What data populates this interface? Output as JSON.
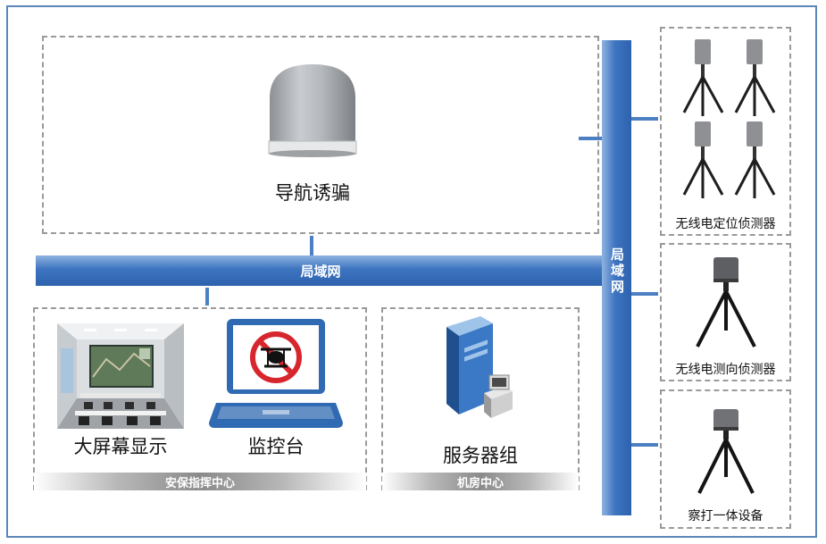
{
  "nav_decoy": {
    "label": "导航诱骗"
  },
  "lan_horizontal": {
    "label": "局域网"
  },
  "lan_vertical": {
    "label": "局域网"
  },
  "command_center": {
    "footer": "安保指挥中心",
    "big_screen_label": "大屏幕显示",
    "console_label": "监控台"
  },
  "server_room": {
    "footer": "机房中心",
    "server_label": "服务器组"
  },
  "devices": [
    {
      "label": "无线电定位侦测器"
    },
    {
      "label": "无线电测向侦测器"
    },
    {
      "label": "察打一体设备"
    }
  ]
}
